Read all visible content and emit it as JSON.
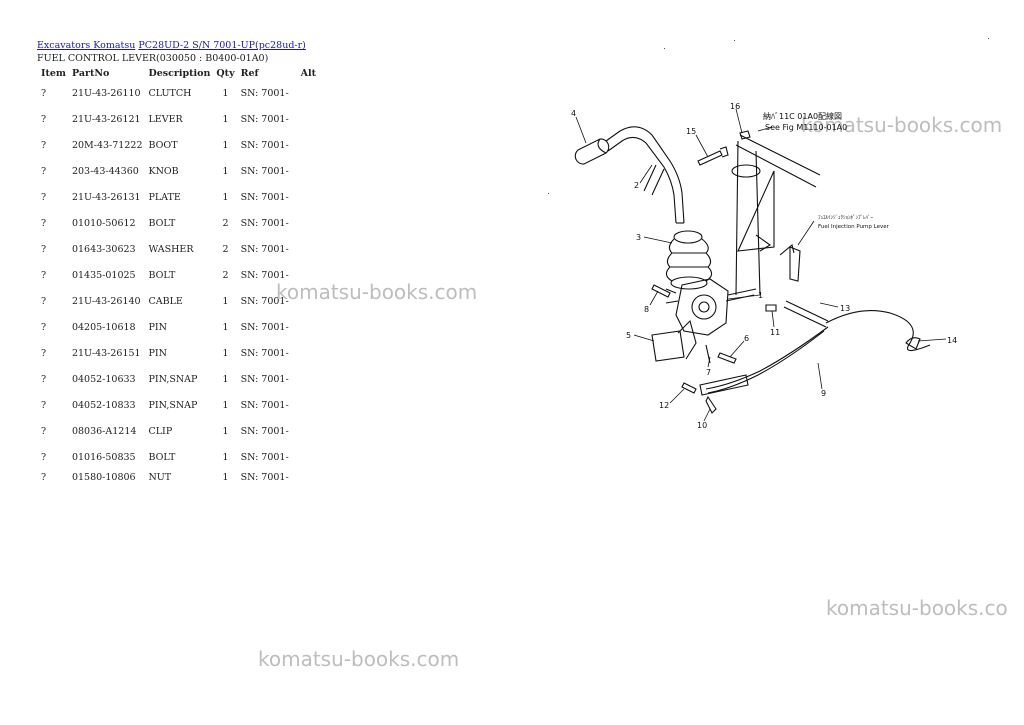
{
  "breadcrumb": {
    "link1": "Excavators Komatsu",
    "link2": "PC28UD-2 S/N 7001-UP(pc28ud-r)"
  },
  "subtitle": "FUEL CONTROL LEVER(030050 : B0400-01A0)",
  "table": {
    "headers": [
      "Item",
      "PartNo",
      "Description",
      "Qty",
      "Ref",
      "Alt"
    ],
    "rows": [
      {
        "item": "?",
        "part": "21U-43-26110",
        "desc": "CLUTCH",
        "qty": "1",
        "ref": "SN: 7001-"
      },
      {
        "item": "?",
        "part": "21U-43-26121",
        "desc": "LEVER",
        "qty": "1",
        "ref": "SN: 7001-"
      },
      {
        "item": "?",
        "part": "20M-43-71222",
        "desc": "BOOT",
        "qty": "1",
        "ref": "SN: 7001-"
      },
      {
        "item": "?",
        "part": "203-43-44360",
        "desc": "KNOB",
        "qty": "1",
        "ref": "SN: 7001-"
      },
      {
        "item": "?",
        "part": "21U-43-26131",
        "desc": "PLATE",
        "qty": "1",
        "ref": "SN: 7001-"
      },
      {
        "item": "?",
        "part": "01010-50612",
        "desc": "BOLT",
        "qty": "2",
        "ref": "SN: 7001-"
      },
      {
        "item": "?",
        "part": "01643-30623",
        "desc": "WASHER",
        "qty": "2",
        "ref": "SN: 7001-"
      },
      {
        "item": "?",
        "part": "01435-01025",
        "desc": "BOLT",
        "qty": "2",
        "ref": "SN: 7001-"
      },
      {
        "item": "?",
        "part": "21U-43-26140",
        "desc": "CABLE",
        "qty": "1",
        "ref": "SN: 7001-"
      },
      {
        "item": "?",
        "part": "04205-10618",
        "desc": "PIN",
        "qty": "1",
        "ref": "SN: 7001-"
      },
      {
        "item": "?",
        "part": "21U-43-26151",
        "desc": "PIN",
        "qty": "1",
        "ref": "SN: 7001-"
      },
      {
        "item": "?",
        "part": "04052-10633",
        "desc": "PIN,SNAP",
        "qty": "1",
        "ref": "SN: 7001-"
      },
      {
        "item": "?",
        "part": "04052-10833",
        "desc": "PIN,SNAP",
        "qty": "1",
        "ref": "SN: 7001-"
      },
      {
        "item": "?",
        "part": "08036-A1214",
        "desc": "CLIP",
        "qty": "1",
        "ref": "SN: 7001-"
      },
      {
        "item": "?",
        "part": "01016-50835",
        "desc": "BOLT",
        "qty": "1",
        "ref": "SN: 7001-"
      },
      {
        "item": "?",
        "part": "01580-10806",
        "desc": "NUT",
        "qty": "1",
        "ref": "SN: 7001-"
      }
    ]
  },
  "watermark": "komatsu-books.com",
  "watermark_clipped": "komatsu-books.co",
  "diagram": {
    "callouts": [
      "1",
      "2",
      "3",
      "4",
      "5",
      "6",
      "7",
      "8",
      "9",
      "10",
      "11",
      "12",
      "13",
      "14",
      "15",
      "16"
    ],
    "ref_note_jp": "納ﾊﾞ11C 01A0配線図",
    "ref_note": "See Fig M1110-01A0",
    "pump_label_jp": "ﾌｭｴﾙｲﾝｼﾞｪｸｼｮﾝﾎﾟﾝﾌﾟﾚﾊﾞｰ",
    "pump_label": "Fuel Injection Pump Lever"
  }
}
